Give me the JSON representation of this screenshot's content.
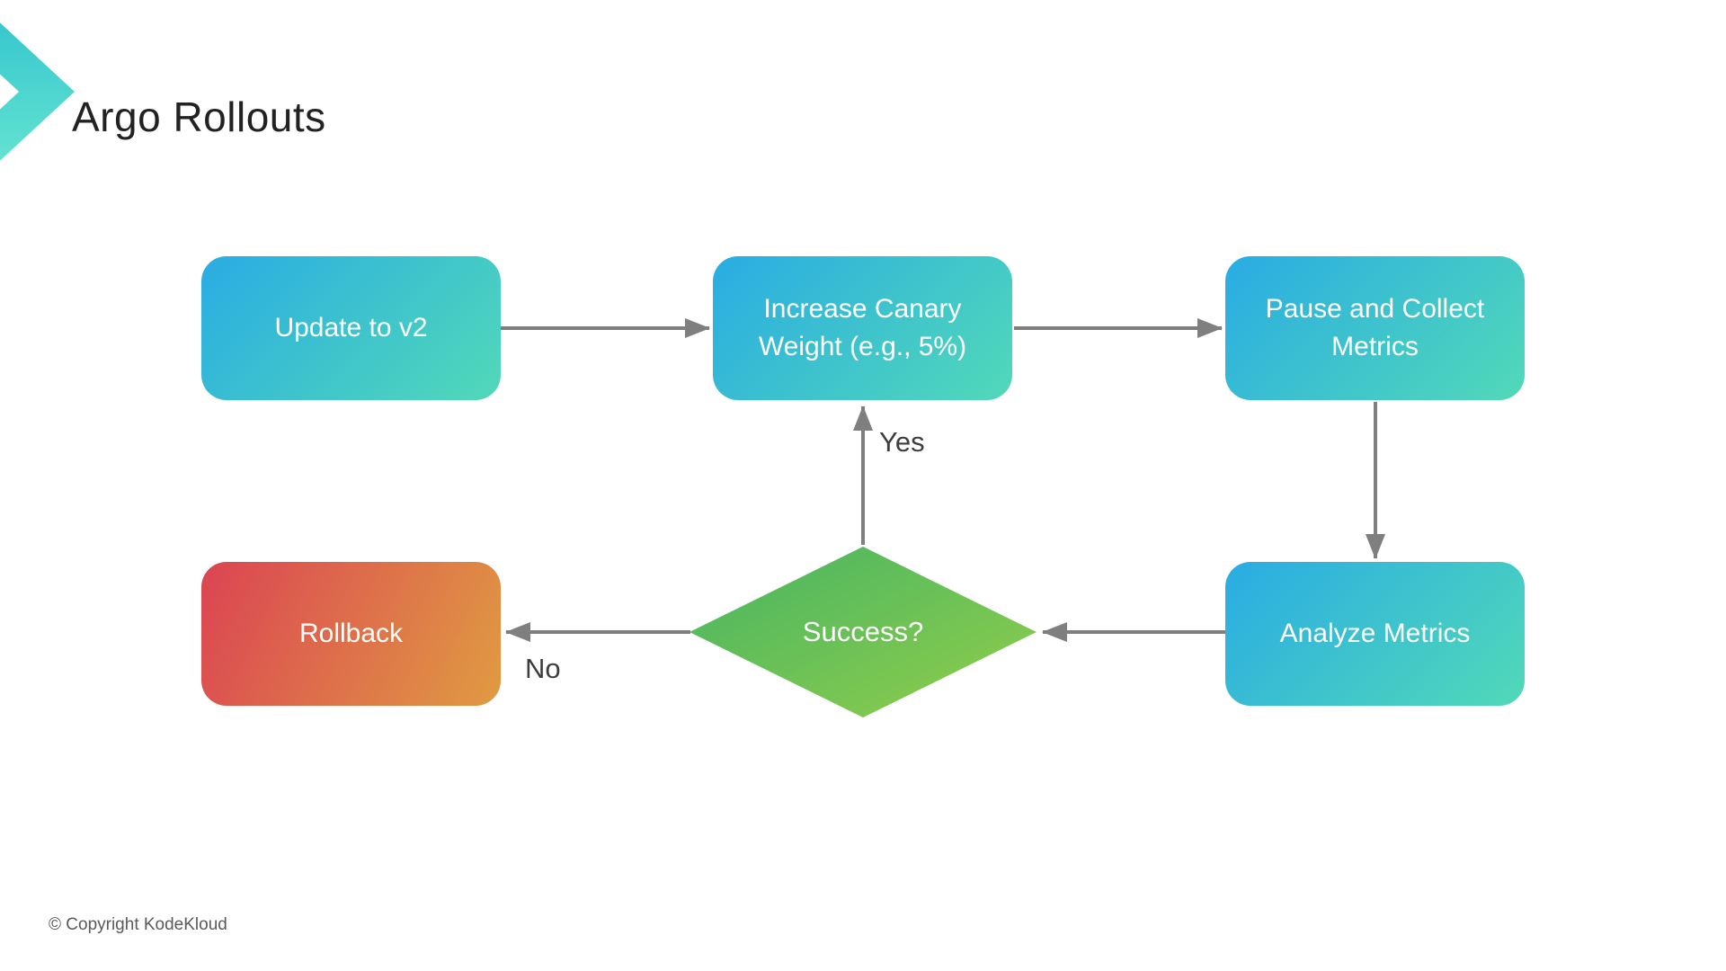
{
  "header": {
    "title": "Argo Rollouts",
    "logo_icon": "kodekloud-chevron"
  },
  "flowchart": {
    "nodes": {
      "update": {
        "label": "Update to v2",
        "shape": "rounded-rect",
        "gradient": "blue-teal"
      },
      "canary": {
        "label": "Increase Canary Weight (e.g., 5%)",
        "shape": "rounded-rect",
        "gradient": "blue-teal"
      },
      "pause": {
        "label": "Pause and Collect Metrics",
        "shape": "rounded-rect",
        "gradient": "blue-teal"
      },
      "analyze": {
        "label": "Analyze Metrics",
        "shape": "rounded-rect",
        "gradient": "blue-teal"
      },
      "success": {
        "label": "Success?",
        "shape": "diamond",
        "gradient": "green"
      },
      "rollback": {
        "label": "Rollback",
        "shape": "rounded-rect",
        "gradient": "red-orange"
      }
    },
    "edges": [
      {
        "from": "update",
        "to": "canary"
      },
      {
        "from": "canary",
        "to": "pause"
      },
      {
        "from": "pause",
        "to": "analyze"
      },
      {
        "from": "analyze",
        "to": "success"
      },
      {
        "from": "success",
        "to": "canary",
        "label": "Yes"
      },
      {
        "from": "success",
        "to": "rollback",
        "label": "No"
      }
    ]
  },
  "footer": {
    "copyright": "© Copyright KodeKloud"
  },
  "theme": {
    "box-grad-start": "#29ACE3",
    "box-grad-end": "#52D9B8",
    "rollback-grad-start": "#DB4453",
    "rollback-grad-end": "#E09B42",
    "diamond-grad-start": "#45B463",
    "diamond-grad-end": "#92CE4A",
    "logo-grad-start": "#38C8CE",
    "logo-grad-end": "#62E2D1",
    "arrow-color": "#7F7F7F",
    "edge-label-color": "#3D3D3D",
    "title-color": "#222222",
    "copyright-color": "#5A5A5A"
  }
}
